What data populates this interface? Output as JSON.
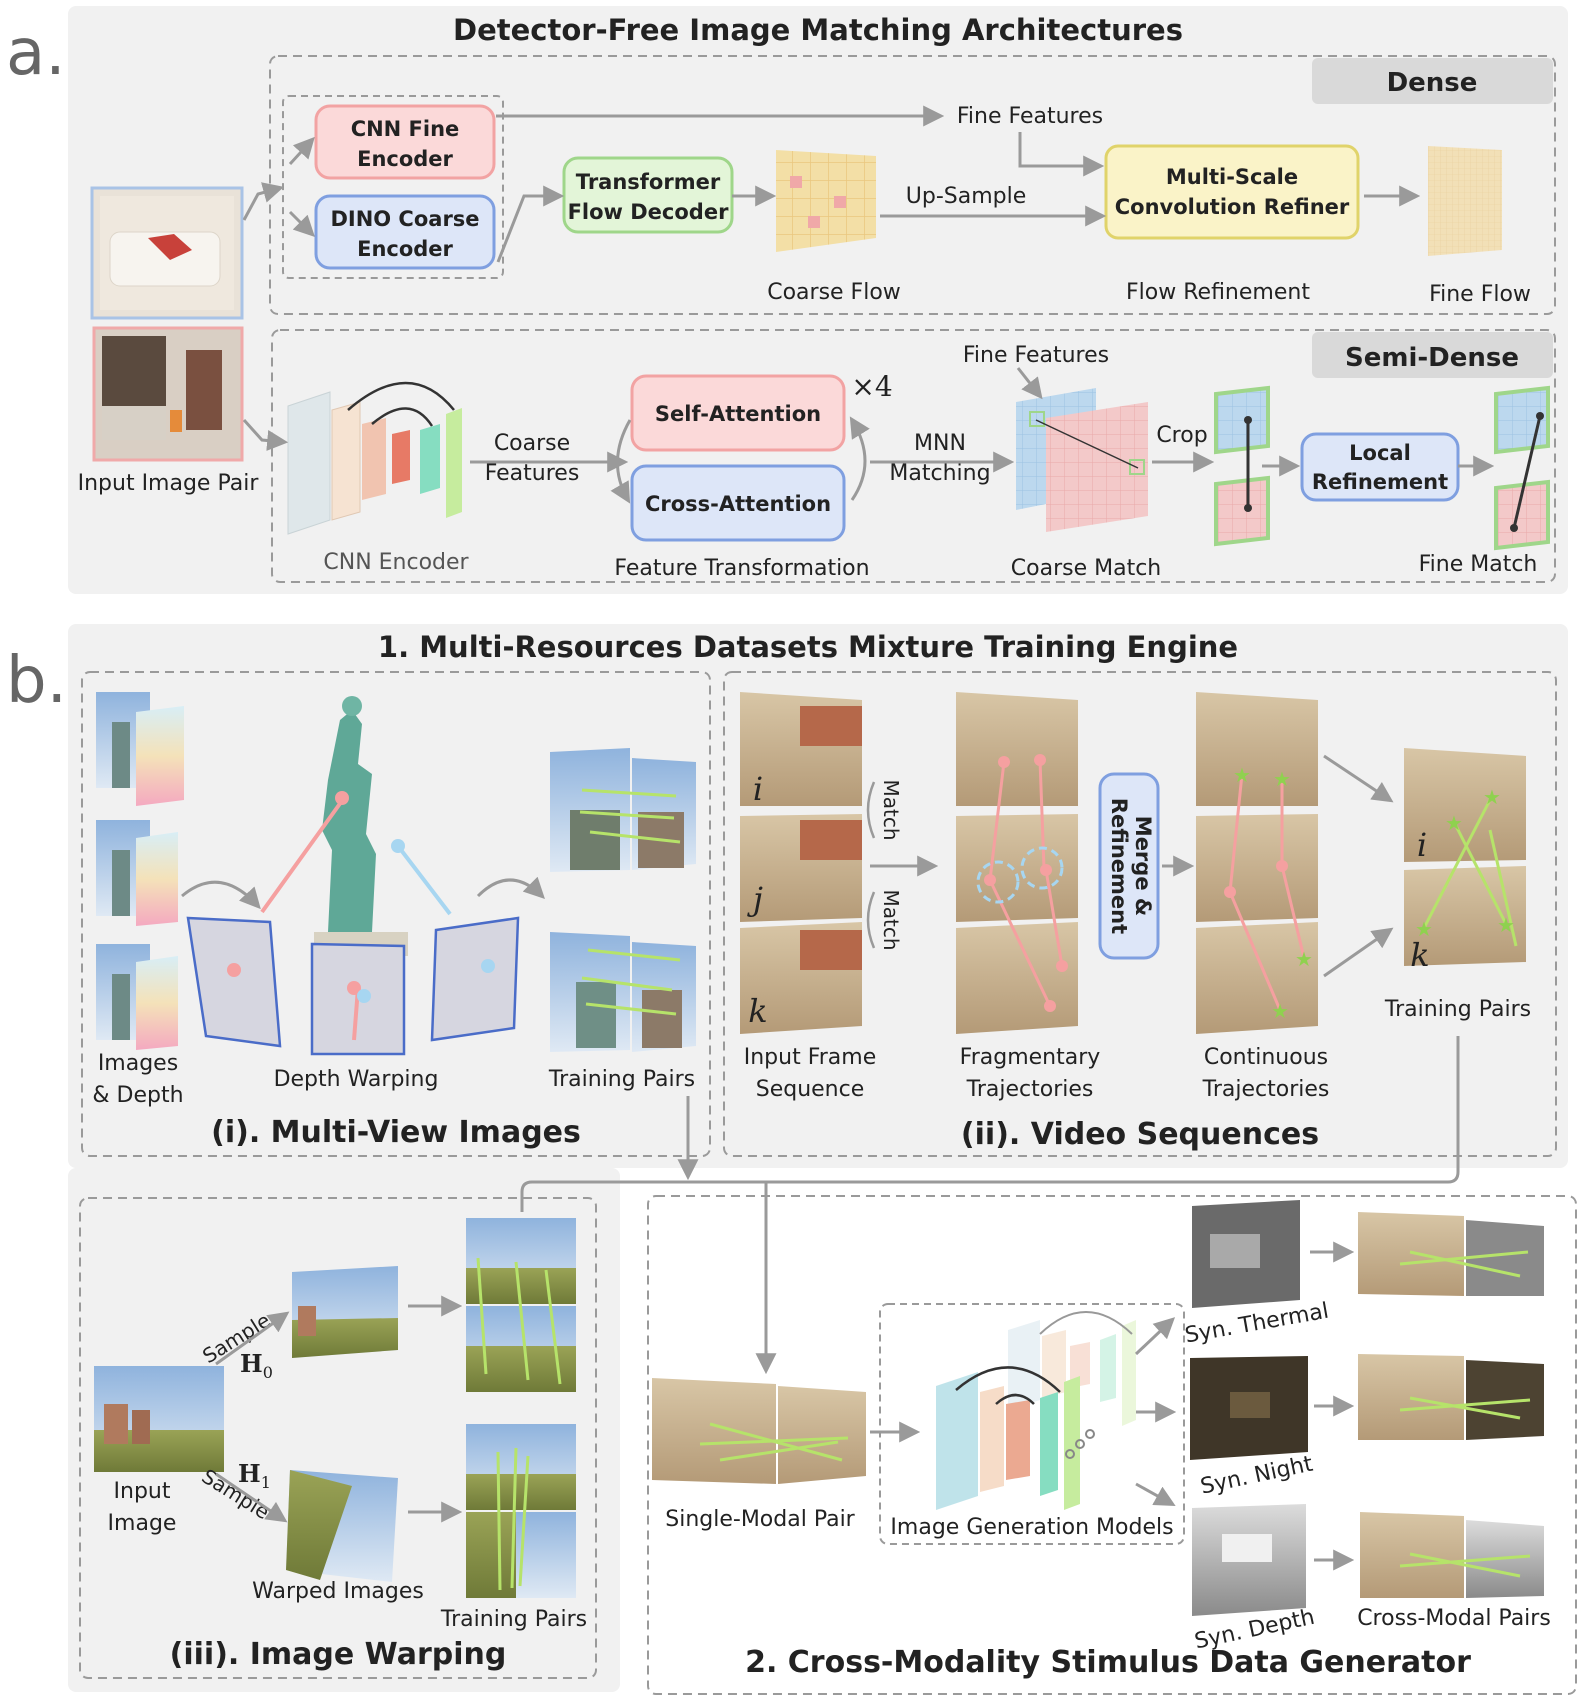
{
  "panel_a": {
    "letter": "a.",
    "title": "Detector-Free Image Matching Architectures",
    "input_label": "Input Image Pair",
    "dense": {
      "tag": "Dense",
      "cnn_fine_encoder": [
        "CNN Fine",
        "Encoder"
      ],
      "dino_coarse_encoder": [
        "DINO Coarse",
        "Encoder"
      ],
      "transformer_flow_decoder": [
        "Transformer",
        "Flow Decoder"
      ],
      "fine_features": "Fine Features",
      "up_sample": "Up-Sample",
      "multi_scale_refiner": [
        "Multi-Scale",
        "Convolution Refiner"
      ],
      "coarse_flow": "Coarse Flow",
      "flow_refinement": "Flow Refinement",
      "fine_flow": "Fine Flow"
    },
    "semi_dense": {
      "tag": "Semi-Dense",
      "cnn_encoder": "CNN Encoder",
      "coarse_features": [
        "Coarse",
        "Features"
      ],
      "self_attention": "Self-Attention",
      "cross_attention": "Cross-Attention",
      "times4": "×4",
      "feature_transformation": "Feature Transformation",
      "mnn_matching": [
        "MNN",
        "Matching"
      ],
      "fine_features": "Fine Features",
      "crop": "Crop",
      "coarse_match": "Coarse Match",
      "local_refinement": [
        "Local",
        "Refinement"
      ],
      "fine_match": "Fine Match"
    }
  },
  "panel_b": {
    "letter": "b.",
    "title": "1. Multi-Resources Datasets Mixture Training Engine",
    "multi_view": {
      "title": "(i). Multi-View Images",
      "images_depth": [
        "Images",
        "& Depth"
      ],
      "depth_warping": "Depth Warping",
      "training_pairs": "Training Pairs"
    },
    "video": {
      "title": "(ii). Video Sequences",
      "frame_i": "i",
      "frame_j": "j",
      "frame_k": "k",
      "match": "Match",
      "input_frame_sequence": [
        "Input Frame",
        "Sequence"
      ],
      "fragmentary": [
        "Fragmentary",
        "Trajectories"
      ],
      "merge_refinement": [
        "Merge &",
        "Refinement"
      ],
      "continuous": [
        "Continuous",
        "Trajectories"
      ],
      "training_pairs": "Training Pairs",
      "pair_i": "i",
      "pair_k": "k"
    },
    "warping": {
      "title": "(iii). Image Warping",
      "input_image": [
        "Input",
        "Image"
      ],
      "sample": "Sample",
      "h0": "H",
      "h0_sub": "0",
      "h1": "H",
      "h1_sub": "1",
      "warped_images": "Warped Images",
      "training_pairs": "Training Pairs"
    },
    "cross_modality": {
      "title": "2. Cross-Modality Stimulus Data Generator",
      "single_modal_pair": "Single-Modal Pair",
      "image_generation_models": "Image Generation Models",
      "syn_thermal": "Syn. Thermal",
      "syn_night": "Syn. Night",
      "syn_depth": "Syn. Depth",
      "cross_modal_pairs": "Cross-Modal Pairs"
    }
  },
  "colors": {
    "panel_bg": "#f1f1f1",
    "dashed": "#9a9a9a",
    "arrow": "#9a9a9a",
    "pink_fill": "#fbd9d9",
    "pink_stroke": "#f2a3a3",
    "blue_fill": "#dde6f8",
    "blue_stroke": "#7f9fe0",
    "green_fill": "#e3f5d8",
    "green_stroke": "#9fd68a",
    "yellow_fill": "#faf3c8",
    "yellow_stroke": "#e0d36a",
    "tag_bg": "#d9d9d9",
    "match_line": "#b6e36a",
    "traj_pink": "#f5a0a0"
  }
}
